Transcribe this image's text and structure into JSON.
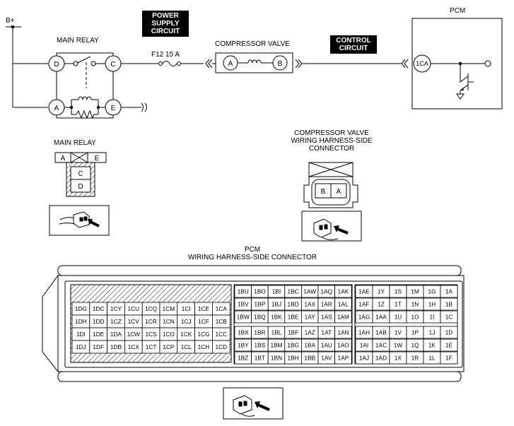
{
  "schematic": {
    "b_plus": "B+",
    "main_relay_title": "MAIN RELAY",
    "power_supply_lines": [
      "POWER",
      "SUPPLY",
      "CIRCUIT"
    ],
    "fuse": "F12 15 A",
    "compressor_valve_title": "COMPRESSOR VALVE",
    "control_circuit_lines": [
      "CONTROL",
      "CIRCUIT"
    ],
    "pcm_title": "PCM",
    "relay_terminals": {
      "d": "D",
      "c": "C",
      "a": "A",
      "e": "E"
    },
    "valve_terminals": {
      "a": "A",
      "b": "B"
    },
    "pcm_terminal": "1CA"
  },
  "relay_connector": {
    "title": "MAIN RELAY",
    "pins": {
      "a": "A",
      "e": "E",
      "c": "C",
      "d": "D"
    }
  },
  "valve_connector": {
    "title_lines": [
      "COMPRESSOR VALVE",
      "WIRING HARNESS-SIDE",
      "CONNECTOR"
    ],
    "pins": {
      "b": "B",
      "a": "A"
    }
  },
  "pcm_connector": {
    "title_lines": [
      "PCM",
      "WIRING HARNESS-SIDE CONNECTOR"
    ],
    "left_rows": [
      [
        "1DG",
        "1DC",
        "1CY",
        "1CU",
        "1CQ",
        "1CM",
        "1CI",
        "1CE",
        "1CA"
      ],
      [
        "1DH",
        "1DD",
        "1CZ",
        "1CV",
        "1CR",
        "1CN",
        "1CJ",
        "1CF",
        "1CB"
      ],
      [
        "1DI",
        "1DE",
        "1DA",
        "1CW",
        "1CS",
        "1CO",
        "1CK",
        "1CG",
        "1CC"
      ],
      [
        "1DJ",
        "1DF",
        "1DB",
        "1CX",
        "1CT",
        "1CP",
        "1CL",
        "1CH",
        "1CD"
      ]
    ],
    "mid_rows": [
      [
        "1BU",
        "1BO",
        "1BI",
        "1BC",
        "1AW",
        "1AQ",
        "1AK"
      ],
      [
        "1BV",
        "1BP",
        "1BJ",
        "1BD",
        "1AX",
        "1AR",
        "1AL"
      ],
      [
        "1BW",
        "1BQ",
        "1BK",
        "1BE",
        "1AY",
        "1AS",
        "1AM"
      ],
      [
        "1BX",
        "1BR",
        "1BL",
        "1BF",
        "1AZ",
        "1AT",
        "1AN"
      ],
      [
        "1BY",
        "1BS",
        "1BM",
        "1BG",
        "1BA",
        "1AU",
        "1AO"
      ],
      [
        "1BZ",
        "1BT",
        "1BN",
        "1BH",
        "1BB",
        "1AV",
        "1AP"
      ]
    ],
    "right_rows": [
      [
        "1AE",
        "1Y",
        "1S",
        "1M",
        "1G",
        "1A"
      ],
      [
        "1AF",
        "1Z",
        "1T",
        "1N",
        "1H",
        "1B"
      ],
      [
        "1AG",
        "1AA",
        "1U",
        "1O",
        "1I",
        "1C"
      ],
      [
        "1AH",
        "1AB",
        "1V",
        "1P",
        "1J",
        "1D"
      ],
      [
        "1AI",
        "1AC",
        "1W",
        "1Q",
        "1K",
        "1E"
      ],
      [
        "1AJ",
        "1AD",
        "1X",
        "1R",
        "1L",
        "1F"
      ]
    ]
  }
}
